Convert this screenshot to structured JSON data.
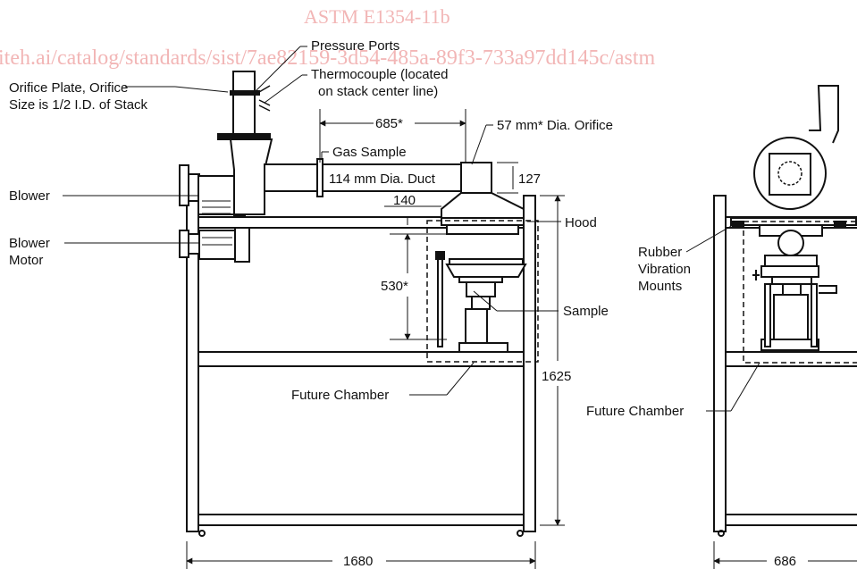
{
  "watermark": {
    "title": "ASTM E1354-11b",
    "url": "iteh.ai/catalog/standards/sist/7ae82159-3d54-485a-89f3-733a97dd145c/astm"
  },
  "labels": {
    "pressure_ports": "Pressure Ports",
    "thermocouple_line1": "Thermocouple (located",
    "thermocouple_line2": "on stack center line)",
    "orifice_plate_line1": "Orifice Plate, Orifice",
    "orifice_plate_line2": "Size is 1/2 I.D. of Stack",
    "dim_685": "685*",
    "orifice_57": "57 mm* Dia. Orifice",
    "gas_sample": "Gas Sample",
    "duct_114": "114 mm Dia. Duct",
    "dim_127": "127",
    "blower": "Blower",
    "dim_140": "140",
    "hood": "Hood",
    "blower_motor_line1": "Blower",
    "blower_motor_line2": "Motor",
    "dim_530": "530*",
    "sample": "Sample",
    "dim_1625": "1625",
    "future_chamber_front": "Future Chamber",
    "dim_1680": "1680",
    "rubber_line1": "Rubber",
    "rubber_line2": "Vibration",
    "rubber_line3": "Mounts",
    "future_chamber_side": "Future Chamber",
    "dim_686": "686"
  }
}
